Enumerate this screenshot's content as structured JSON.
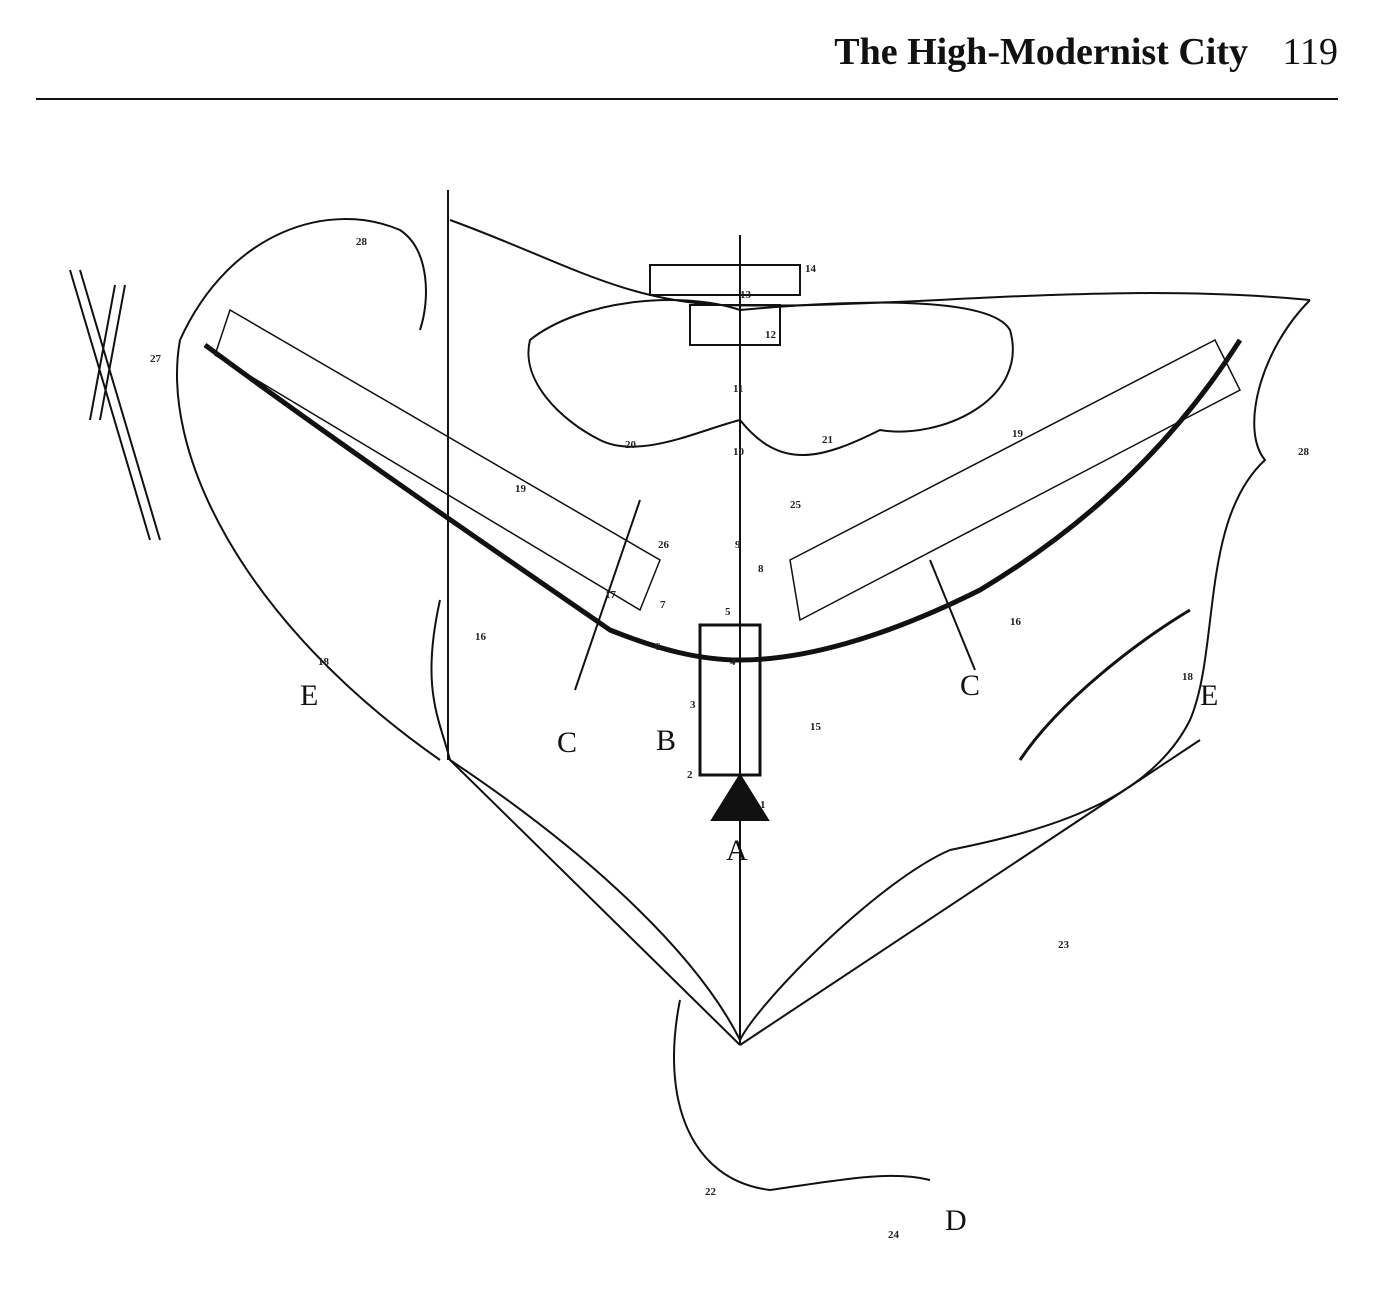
{
  "header": {
    "title": "The High-Modernist City",
    "page_number": "119"
  },
  "plan": {
    "letter_labels": {
      "a": "A",
      "b": "B",
      "c_left": "C",
      "c_right": "C",
      "d": "D",
      "e_left": "E",
      "e_right": "E"
    },
    "number_labels": {
      "n1": "1",
      "n2": "2",
      "n3": "3",
      "n4": "4",
      "n5": "5",
      "n6": "6",
      "n7": "7",
      "n8": "8",
      "n9": "9",
      "n10": "10",
      "n11": "11",
      "n12": "12",
      "n13": "13",
      "n14": "14",
      "n15": "15",
      "n16a": "16",
      "n16b": "16",
      "n17": "17",
      "n18a": "18",
      "n18b": "18",
      "n19a": "19",
      "n19b": "19",
      "n20": "20",
      "n21": "21",
      "n22": "22",
      "n23": "23",
      "n24": "24",
      "n25": "25",
      "n26": "26",
      "n27": "27",
      "n28a": "28",
      "n28b": "28"
    }
  }
}
